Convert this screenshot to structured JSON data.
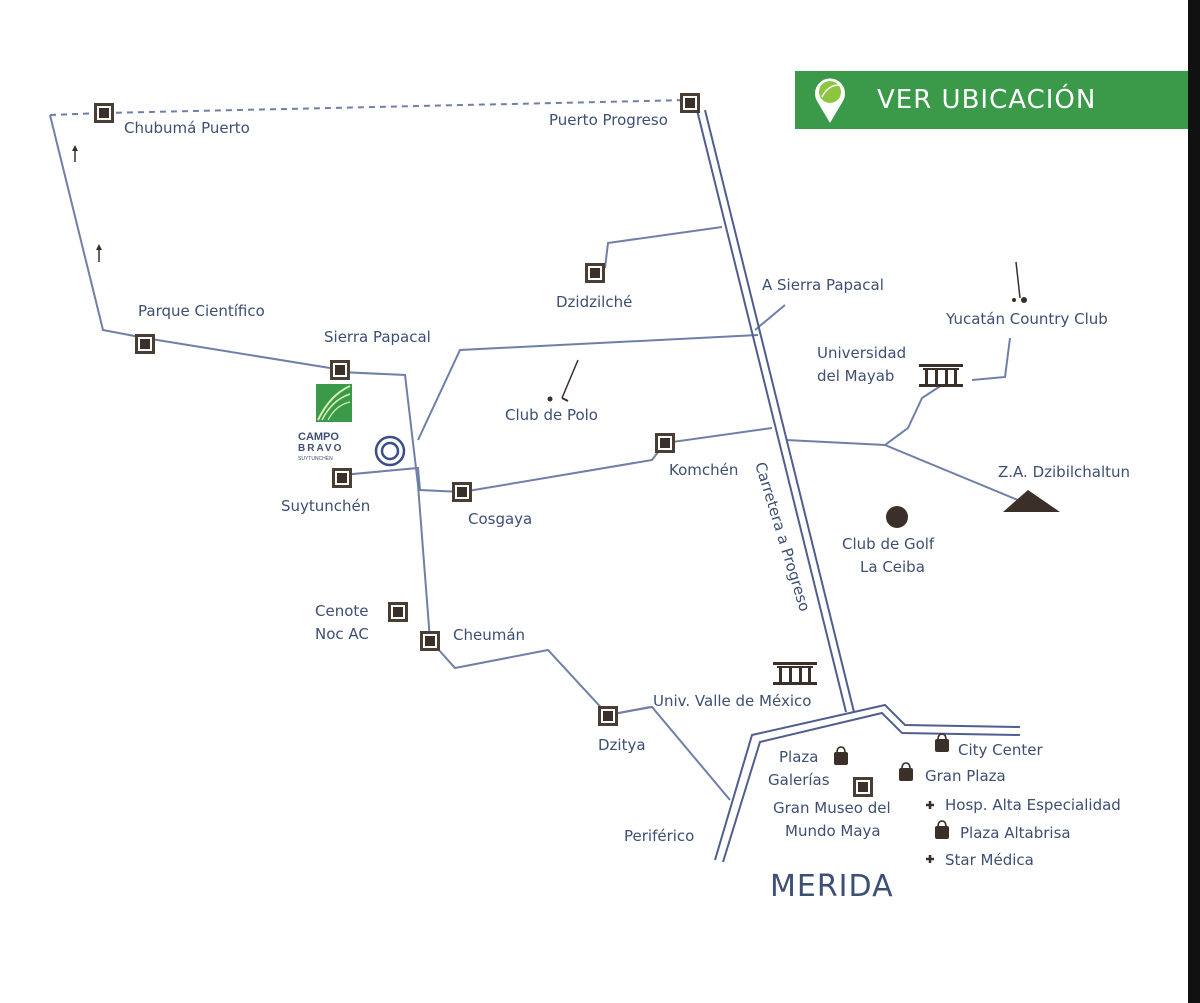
{
  "button": {
    "label": "VER UBICACIÓN"
  },
  "logo": {
    "line1": "CAMPO",
    "line2": "BRAVO",
    "line3": "SUYTUNCHÉN"
  },
  "places": {
    "chubuma": "Chubumá Puerto",
    "progreso": "Puerto Progreso",
    "dzidzilche": "Dzidzilché",
    "sierra_papacal_dir": "A Sierra Papacal",
    "parque": "Parque Científico",
    "sierra_papacal": "Sierra Papacal",
    "yucatan_cc": "Yucatán Country Club",
    "mayab_1": "Universidad",
    "mayab_2": "del Mayab",
    "club_polo": "Club de Polo",
    "komchen": "Komchén",
    "dzibilchaltun": "Z.A. Dzibilchaltun",
    "suytunchen": "Suytunchén",
    "cosgaya": "Cosgaya",
    "carretera": "Carretera a Progreso",
    "golf_1": "Club de Golf",
    "golf_2": "La Ceiba",
    "cenote_1": "Cenote",
    "cenote_2": "Noc AC",
    "cheuman": "Cheumán",
    "uvm": "Univ. Valle de México",
    "dzitya": "Dzitya",
    "plaza_1": "Plaza",
    "plaza_2": "Galerías",
    "city_center": "City Center",
    "gran_plaza": "Gran Plaza",
    "museo_1": "Gran Museo del",
    "museo_2": "Mundo Maya",
    "hosp": "Hosp. Alta Especialidad",
    "altabrisa": "Plaza Altabrisa",
    "star": "Star Médica",
    "periferico": "Periférico",
    "merida": "MERIDA"
  },
  "colors": {
    "green": "#3a9a4a",
    "text": "#3d4f73",
    "road": "#6f7fa8",
    "marker": "#3b3029"
  },
  "icons": [
    "town-marker-icon",
    "map-pin-icon",
    "golf-flag-icon",
    "polo-icon",
    "university-icon",
    "pyramid-icon",
    "shopping-bag-icon",
    "hospital-icon",
    "golf-ball-icon"
  ]
}
